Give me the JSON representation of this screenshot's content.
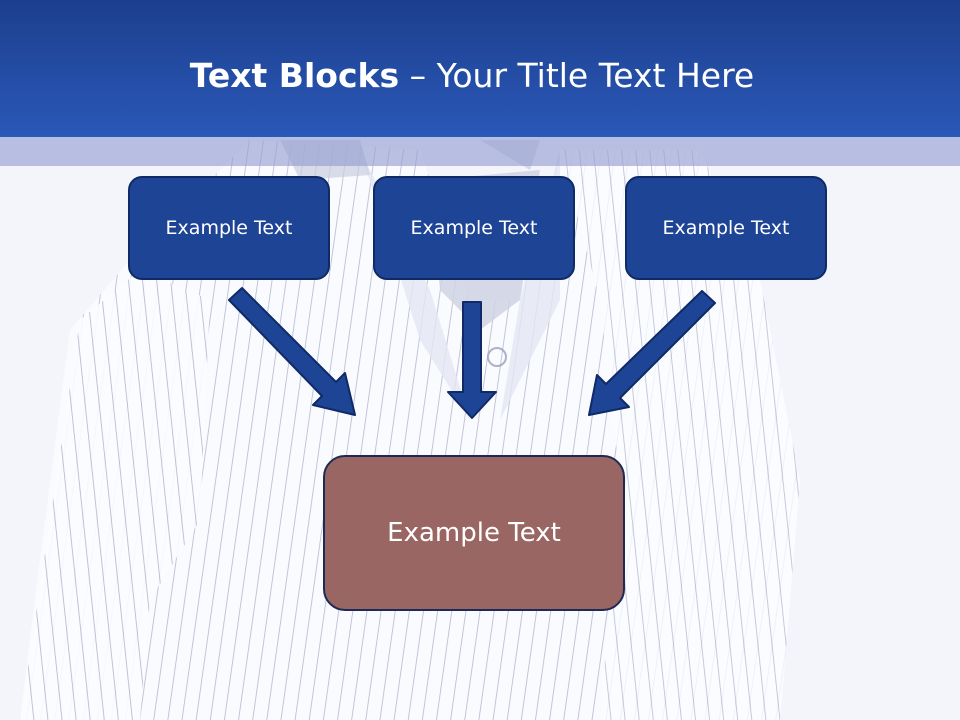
{
  "slide": {
    "title_bold": "Text Blocks",
    "title_dash": " – ",
    "title_rest": "Your Title Text Here"
  },
  "blocks": {
    "top": [
      {
        "label": "Example Text"
      },
      {
        "label": "Example Text"
      },
      {
        "label": "Example Text"
      }
    ],
    "bottom": {
      "label": "Example Text"
    }
  },
  "colors": {
    "header": "#2451ae",
    "top_box_fill": "#1e4495",
    "bottom_box_fill": "#9a6663",
    "arrow": "#1e4495"
  }
}
